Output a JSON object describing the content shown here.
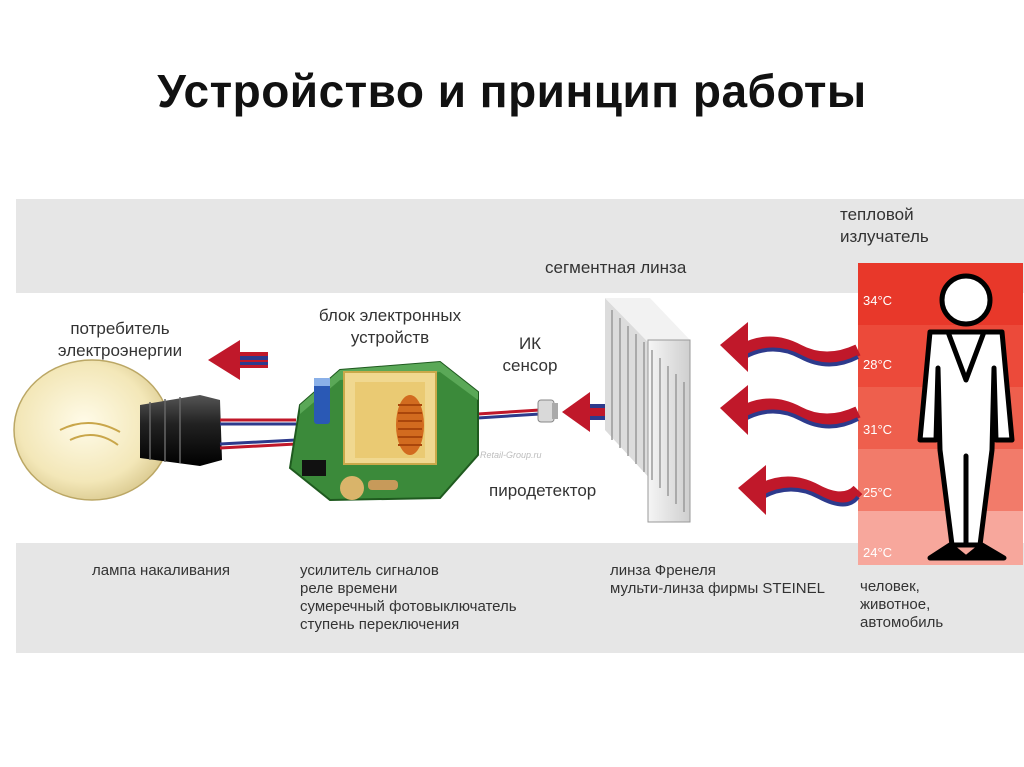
{
  "title": "Устройство и принцип работы",
  "labels": {
    "heat_source": [
      "тепловой",
      "излучатель"
    ],
    "segment_lens": "сегментная линза",
    "consumer": [
      "потребитель",
      "электроэнергии"
    ],
    "electronic_block": [
      "блок электронных",
      "устройств"
    ],
    "ir_sensor": [
      "ИК",
      "сенсор"
    ],
    "pyrodetector": "пиродетектор",
    "watermark": "Retail-Group.ru"
  },
  "temperatures": [
    "34°C",
    "28°C",
    "31°C",
    "25°C",
    "24°C"
  ],
  "temperature_colors": [
    "#e8382a",
    "#ec4a3a",
    "#ee5f4d",
    "#f27b6a",
    "#f7a79c"
  ],
  "captions": {
    "lamp": "лампа накаливания",
    "electronics": [
      "усилитель сигналов",
      "реле времени",
      "сумеречный фотовыключатель",
      "ступень переключения"
    ],
    "lens": [
      "линза Френеля",
      "мульти-линза фирмы STEINEL"
    ],
    "source": [
      "человек,",
      "животное,",
      "автомобиль"
    ]
  },
  "colors": {
    "arrow_red": "#c0182a",
    "arrow_blue": "#2d3a8c",
    "band": "#e6e6e6",
    "pcb": "#3b8a3a"
  }
}
